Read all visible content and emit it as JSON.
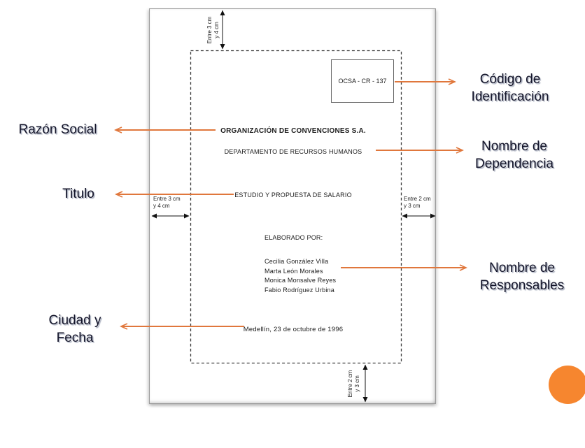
{
  "document": {
    "code": "OCSA - CR - 137",
    "company": "ORGANIZACIÓN DE CONVENCIONES S.A.",
    "department": "DEPARTAMENTO DE RECURSOS HUMANOS",
    "title": "ESTUDIO Y PROPUESTA DE SALARIO",
    "elaborated_by": "ELABORADO POR:",
    "authors": [
      "Cecilia González Villa",
      "Marta León Morales",
      "Monica Monsalve Reyes",
      "Fabio Rodríguez Urbina"
    ],
    "city_date": "Medellín, 23 de octubre de 1996"
  },
  "margins": {
    "top": {
      "line1": "Entre 3 cm",
      "line2": "y 4 cm"
    },
    "left": {
      "line1": "Entre 3 cm",
      "line2": "y 4 cm"
    },
    "right": {
      "line1": "Entre 2 cm",
      "line2": "y 3 cm"
    },
    "bottom": {
      "line1": "Entre 2 cm",
      "line2": "y 3 cm"
    }
  },
  "callouts": {
    "razon_social": {
      "line1": "Razón Social"
    },
    "codigo": {
      "line1": "Código de",
      "line2": "Identificación"
    },
    "dependencia": {
      "line1": "Nombre de",
      "line2": "Dependencia"
    },
    "titulo": {
      "line1": "Titulo"
    },
    "responsables": {
      "line1": "Nombre de",
      "line2": "Responsables"
    },
    "ciudad_fecha": {
      "line1": "Ciudad y",
      "line2": "Fecha"
    }
  },
  "colors": {
    "arrow": "#E0773C",
    "circle": "#F6862F",
    "label_text": "#14152A"
  }
}
